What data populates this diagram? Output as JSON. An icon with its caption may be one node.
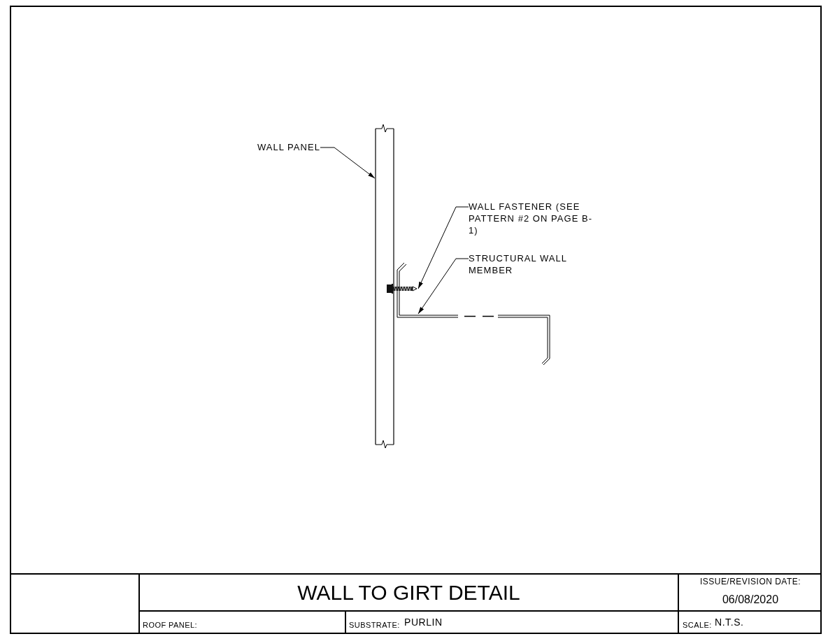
{
  "diagram": {
    "title": "WALL TO GIRT DETAIL",
    "nodes": [
      {
        "text": [
          "WALL PANEL"
        ]
      },
      {
        "text": [],
        "shape": "box"
      },
      {
        "text": [
          "WALL FASTENER (SEE PATTERN #2 ON PAGE B-1)"
        ]
      },
      {
        "text": [],
        "shape": "picture"
      },
      {
        "text": [
          "STRUCTURAL WALL MEMBER"
        ]
      },
      {
        "text": [],
        "shape": "picture"
      }
    ],
    "edges": [
      {
        "from": 0,
        "to": 1,
        "arrow": "to"
      },
      {
        "from": 2,
        "to": 3,
        "arrow": "to"
      },
      {
        "from": 4,
        "to": 5,
        "arrow": "to"
      }
    ],
    "labels": [
      "ISSUE/REVISION DATE:",
      "06/08/2020",
      "ROOF PANEL:",
      "SUBSTRATE:",
      "PURLIN",
      "SCALE:",
      "N.T.S."
    ]
  }
}
